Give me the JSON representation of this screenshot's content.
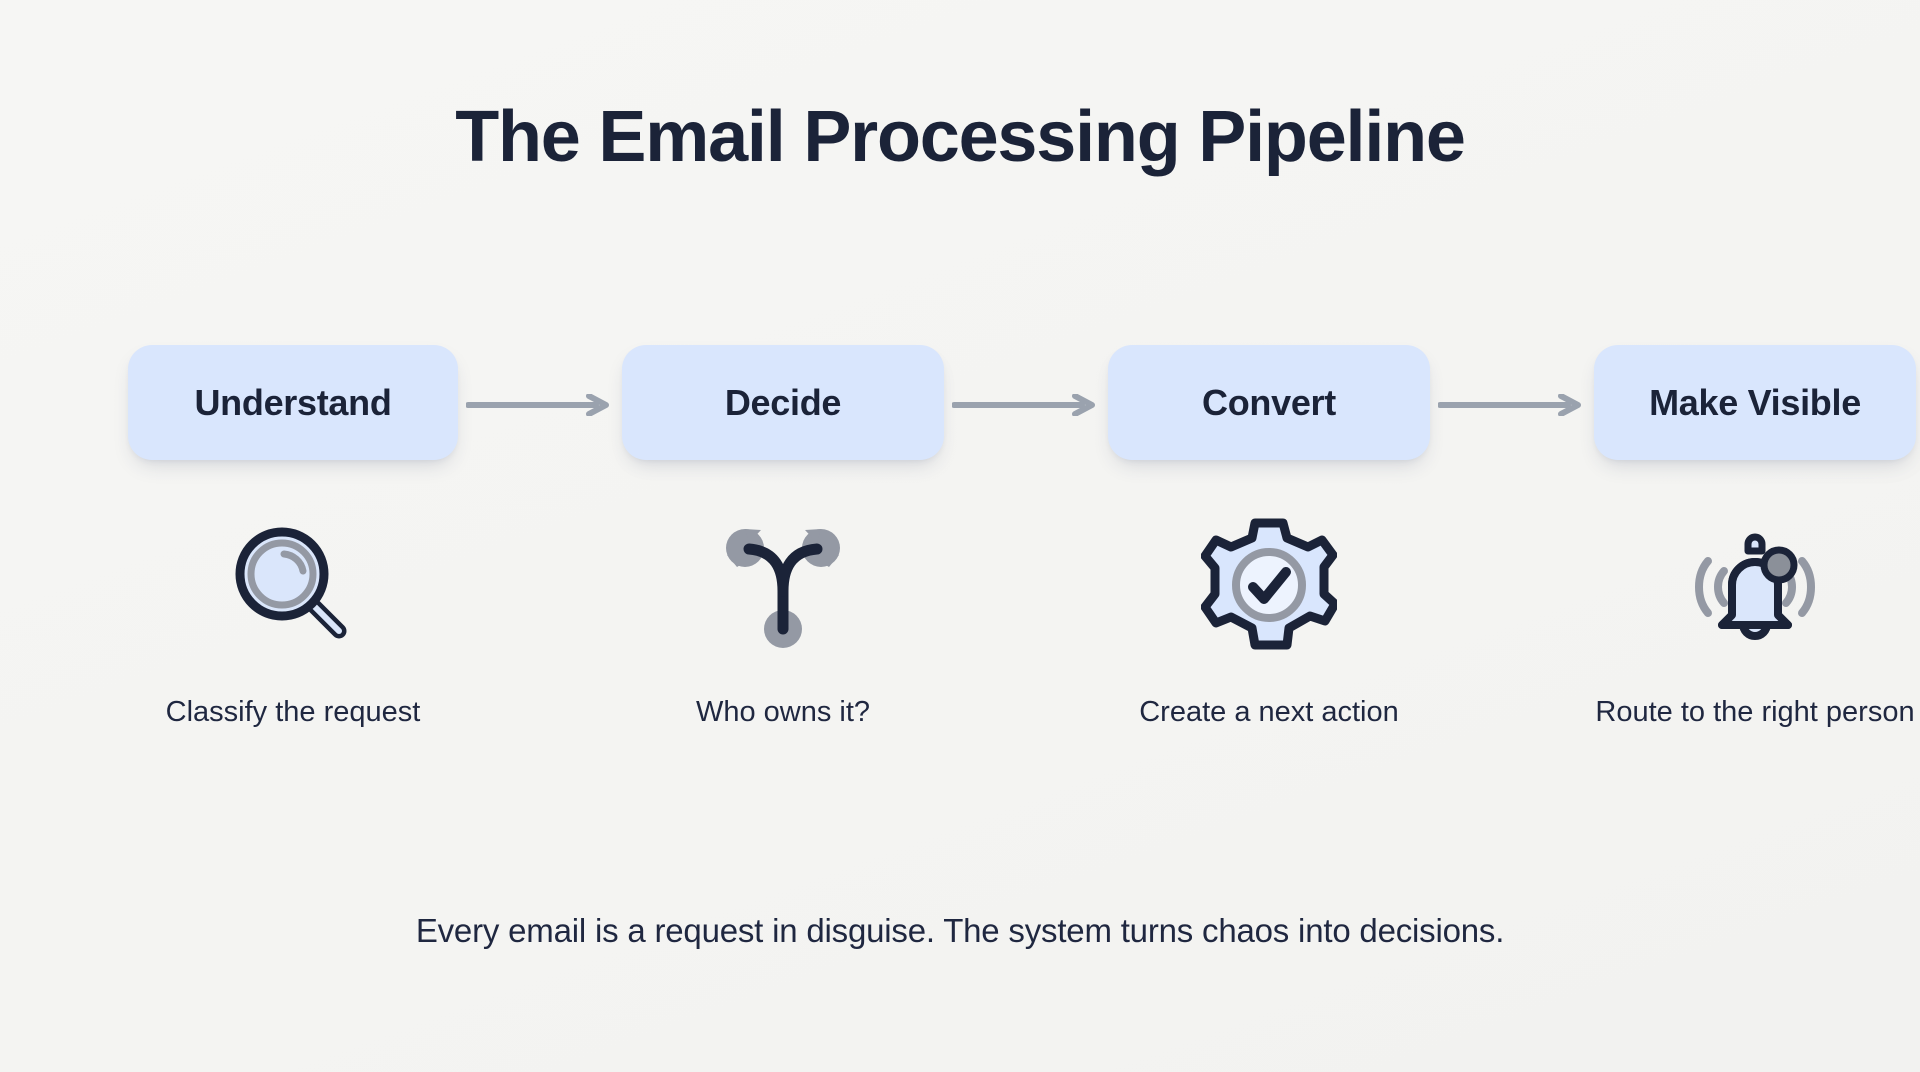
{
  "background_color": "#f4f4f2",
  "title": "The Email Processing Pipeline",
  "footer": "Every email is a request in disguise. The system turns chaos into decisions.",
  "colors": {
    "title_navy": "#1b2338",
    "pill_fill": "#d9e6fd",
    "pill_text": "#1b2338",
    "arrow_gray": "#9aa2ae",
    "icon_outline": "#1b2338",
    "icon_fill": "#d9e6fd",
    "icon_accent_gray": "#9499a4",
    "caption_text": "#1f2740"
  },
  "steps": [
    {
      "label": "Understand",
      "icon": "magnifier-icon",
      "caption": "Classify the request",
      "arrow_after": true
    },
    {
      "label": "Decide",
      "icon": "branch-fork-icon",
      "caption": "Who owns it?",
      "arrow_after": true
    },
    {
      "label": "Convert",
      "icon": "gear-check-icon",
      "caption": "Create a next action",
      "arrow_after": true
    },
    {
      "label": "Make Visible",
      "icon": "bell-notification-icon",
      "caption": "Route to the right person",
      "arrow_after": false
    }
  ]
}
